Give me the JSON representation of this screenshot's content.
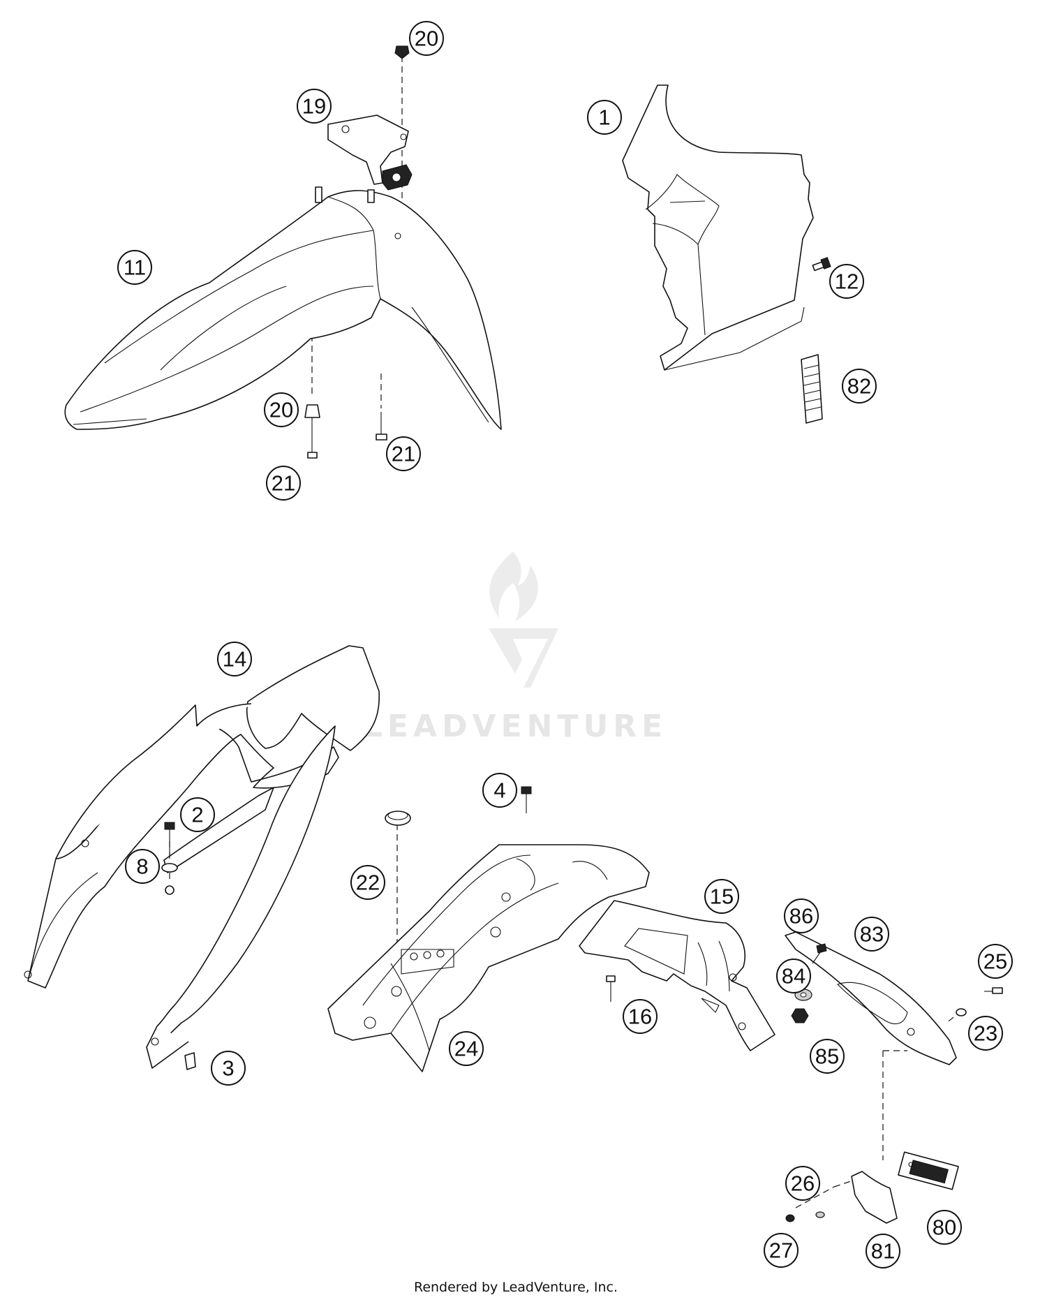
{
  "callouts": {
    "c1": "1",
    "c2": "2",
    "c3": "3",
    "c4": "4",
    "c8": "8",
    "c11": "11",
    "c12": "12",
    "c14": "14",
    "c15": "15",
    "c16": "16",
    "c19": "19",
    "c20a": "20",
    "c20b": "20",
    "c21a": "21",
    "c21b": "21",
    "c22": "22",
    "c23": "23",
    "c24": "24",
    "c25": "25",
    "c26": "26",
    "c27": "27",
    "c80": "80",
    "c81": "81",
    "c82": "82",
    "c83": "83",
    "c84": "84",
    "c85": "85",
    "c86": "86"
  },
  "watermark": {
    "text": "LEADVENTURE"
  },
  "footer": {
    "credit": "Rendered by LeadVenture, Inc."
  }
}
